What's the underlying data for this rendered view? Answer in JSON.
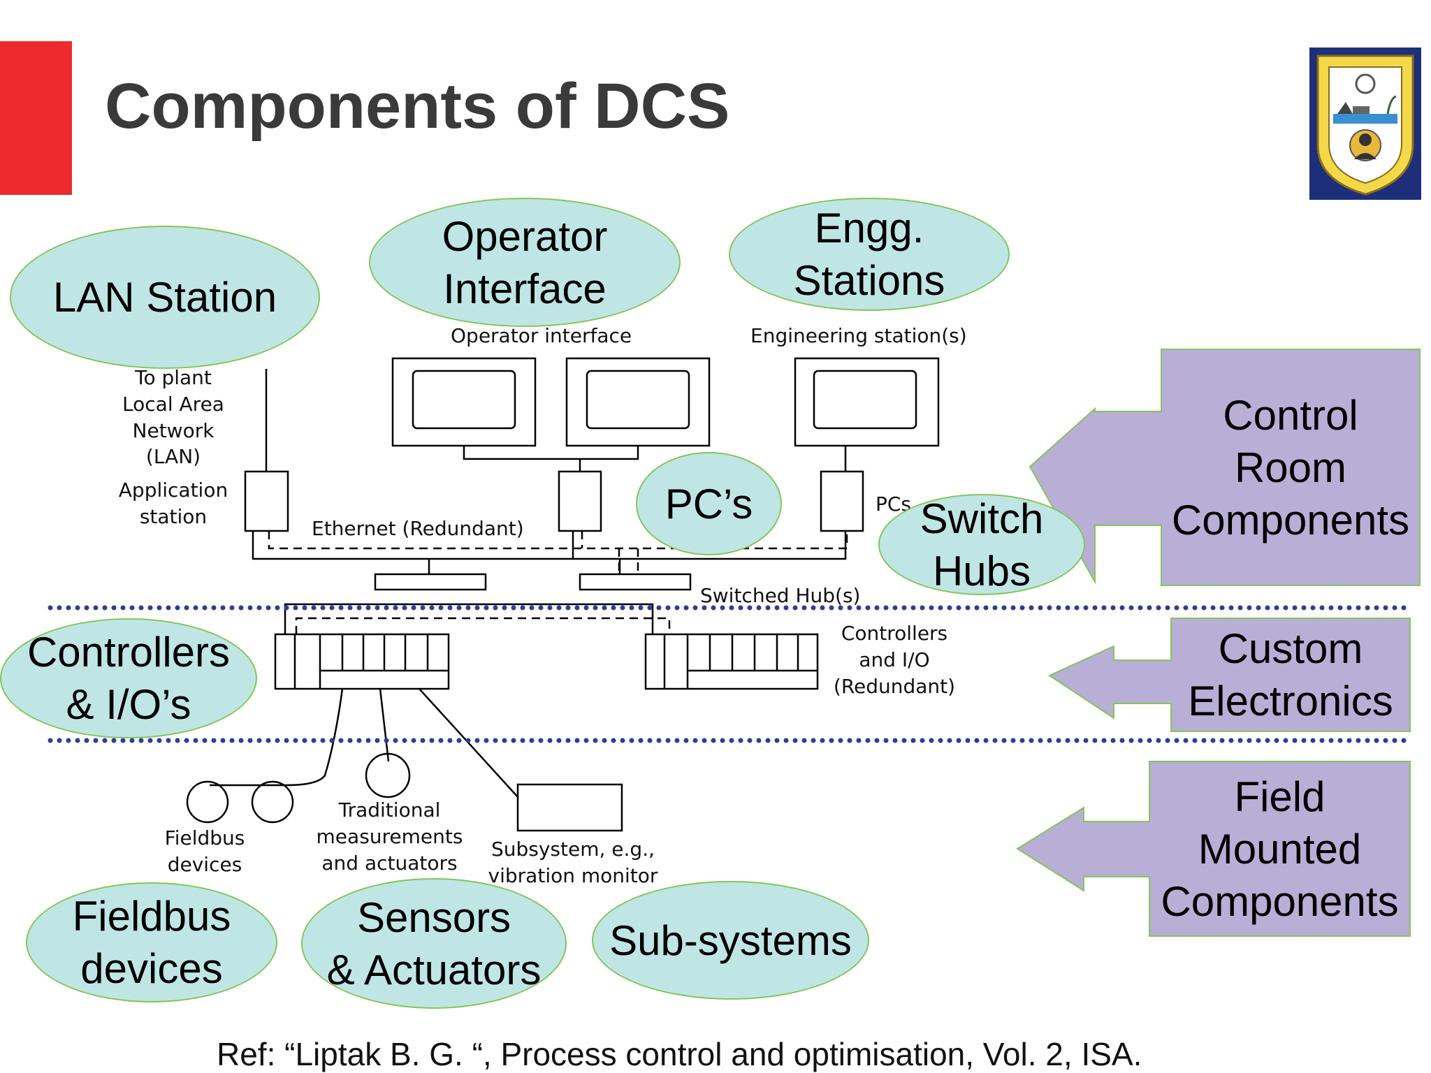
{
  "slide": {
    "title": "Components of DCS",
    "reference": "Ref: “Liptak B. G. “, Process control and optimisation, Vol. 2,  ISA."
  },
  "callouts": {
    "lan_station": "LAN Station",
    "operator_interface": "Operator\nInterface",
    "engg_stations": "Engg.\nStations",
    "pcs": "PC’s",
    "switch_hubs": "Switch\nHubs",
    "controllers_ios": "Controllers\n& I/O’s",
    "fieldbus_devices": "Fieldbus\ndevices",
    "sensors_actuators": "Sensors\n& Actuators",
    "sub_systems": "Sub-systems"
  },
  "categories": {
    "control_room": "Control\nRoom\nComponents",
    "custom_electronics": "Custom\nElectronics",
    "field_mounted": "Field\nMounted\nComponents"
  },
  "diagram_labels": {
    "operator_interface": "Operator interface",
    "engineering_stations": "Engineering station(s)",
    "to_plant_lan": "To plant\nLocal Area\nNetwork\n(LAN)",
    "application_station": "Application\nstation",
    "ethernet": "Ethernet (Redundant)",
    "pcs": "PCs",
    "switched_hubs": "Switched Hub(s)",
    "controllers_io": "Controllers\nand I/O\n(Redundant)",
    "fieldbus_devices": "Fieldbus\ndevices",
    "traditional": "Traditional\nmeasurements\nand actuators",
    "subsystem": "Subsystem, e.g.,\nvibration monitor"
  },
  "colors": {
    "accent_red": "#ee2a2e",
    "ellipse_fill": "#bfe6e4",
    "ellipse_border": "#86c55a",
    "purple_fill": "#b8aed6",
    "divider_blue": "#2a3f9a"
  }
}
